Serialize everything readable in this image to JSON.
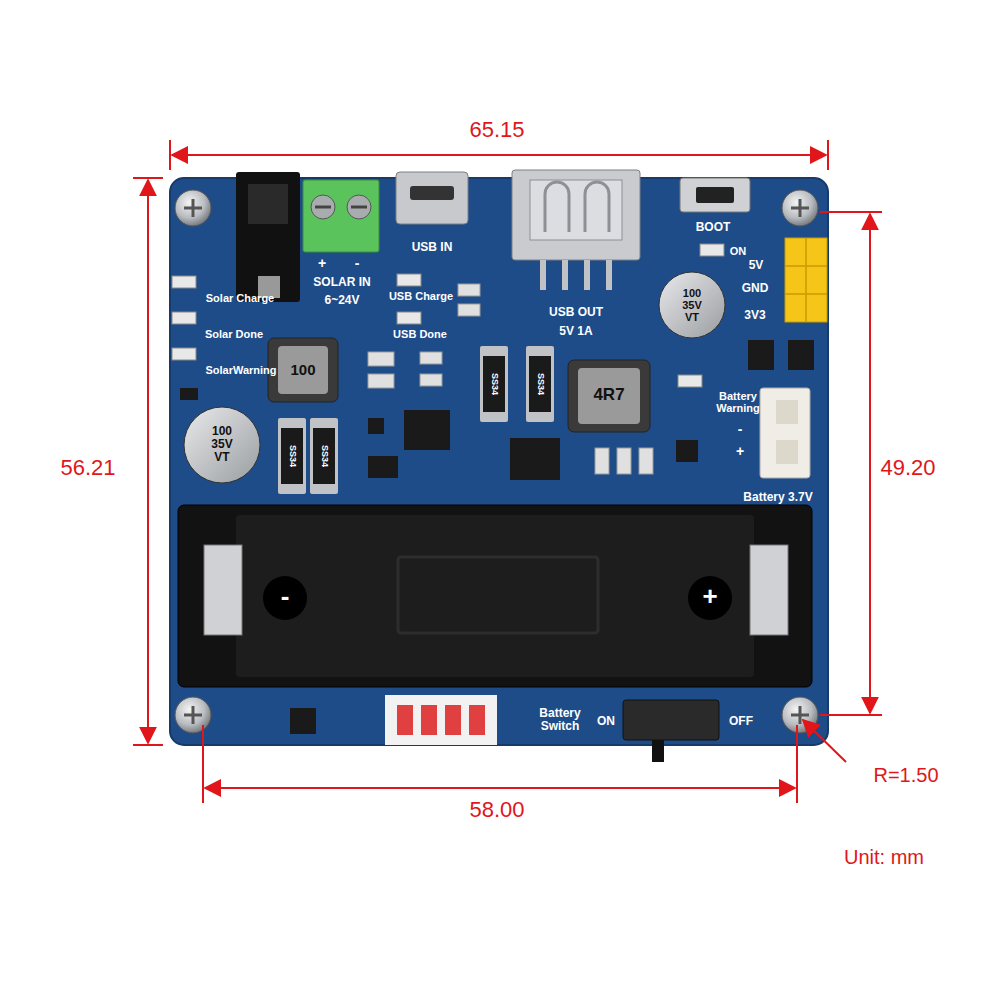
{
  "diagram": {
    "labels": [
      "65.15",
      "56.21",
      "49.20",
      "58.00",
      "R=1.50",
      "Unit: mm",
      "+",
      "-",
      "SOLAR IN",
      "6~24V",
      "USB IN",
      "USB Charge",
      "USB Done",
      "USB OUT",
      "5V 1A",
      "BOOT",
      "ON",
      "5V",
      "GND",
      "3V3",
      "Solar Charge",
      "Solar Done",
      "SolarWarning",
      "100",
      "4R7",
      "100 35V VT",
      "100 35V VT",
      "Battery Warning",
      "-",
      "+",
      "Battery 3.7V",
      "Battery Switch",
      "ON",
      "OFF",
      "SS34",
      "SS34",
      "SS34",
      "SS34",
      "-",
      "+"
    ]
  }
}
